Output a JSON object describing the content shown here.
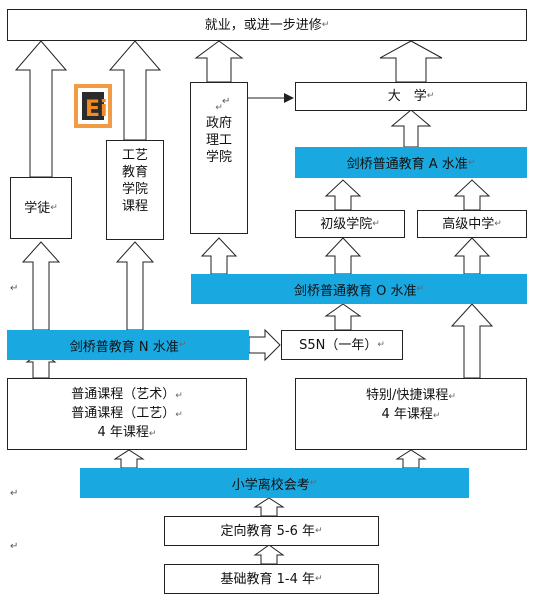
{
  "logo": {
    "text": "Ei"
  },
  "mark": "↵",
  "para_marks": [
    "↵",
    "↵",
    "↵",
    "↵"
  ],
  "nodes": {
    "top": "就业，或进一步进修",
    "university": "大　学",
    "a_level": "剑桥普通教育 A 水准",
    "junior_college": "初级学院",
    "high_school": "高级中学",
    "o_level": "剑桥普通教育 O 水准",
    "apprentice": "学徒",
    "ite": [
      "工艺",
      "教育",
      "学院",
      "课程"
    ],
    "poly": [
      "政府",
      "理工",
      "学院"
    ],
    "n_level": "剑桥普教育 N 水准",
    "s5n": "S5N（一年）",
    "normal": [
      "普通课程（艺术）",
      "普通课程（工艺）",
      "4 年课程"
    ],
    "special": [
      "特别/快捷课程",
      "4 年课程"
    ],
    "psle": "小学离校会考",
    "orientation": "定向教育 5-6 年",
    "foundation": "基础教育 1-4 年"
  },
  "colors": {
    "band": "#1aa8e0",
    "logo_orange": "#f08a24",
    "logo_dark": "#2b2b2b"
  }
}
